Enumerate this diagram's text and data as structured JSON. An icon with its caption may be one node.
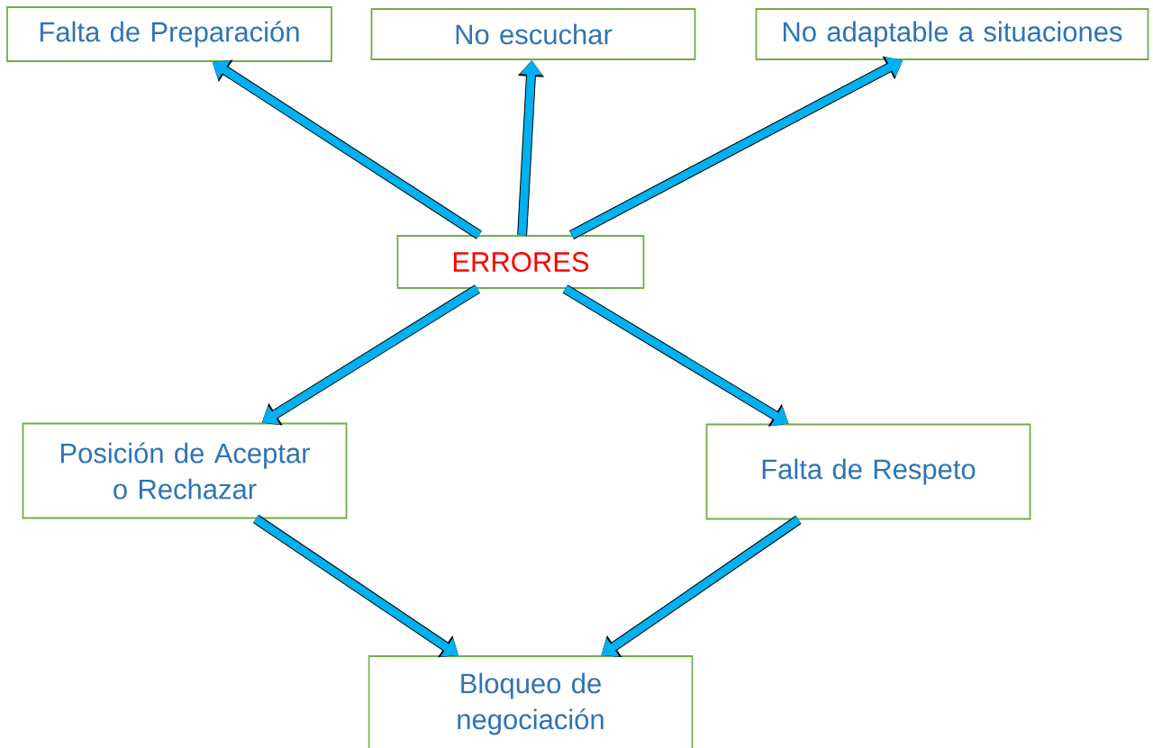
{
  "diagram": {
    "nodes": [
      {
        "text": [
          "Falta de Preparación"
        ]
      },
      {
        "text": [
          "No escuchar"
        ]
      },
      {
        "text": [
          "No adaptable a situaciones"
        ]
      },
      {
        "text": [
          "ERRORES"
        ]
      },
      {
        "text": [
          "Posición de Aceptar o Rechazar"
        ]
      },
      {
        "text": [
          "Falta de Respeto"
        ]
      },
      {
        "text": [
          "Bloqueo de negociación"
        ]
      }
    ],
    "edges": [
      {
        "from": 3,
        "to": 0,
        "arrow": "to"
      },
      {
        "from": 3,
        "to": 1,
        "arrow": "to"
      },
      {
        "from": 3,
        "to": 2,
        "arrow": "to"
      },
      {
        "from": 3,
        "to": 4,
        "arrow": "to"
      },
      {
        "from": 3,
        "to": 5,
        "arrow": "to"
      },
      {
        "from": 4,
        "to": 6,
        "arrow": "to"
      },
      {
        "from": 5,
        "to": 6,
        "arrow": "to"
      }
    ]
  }
}
